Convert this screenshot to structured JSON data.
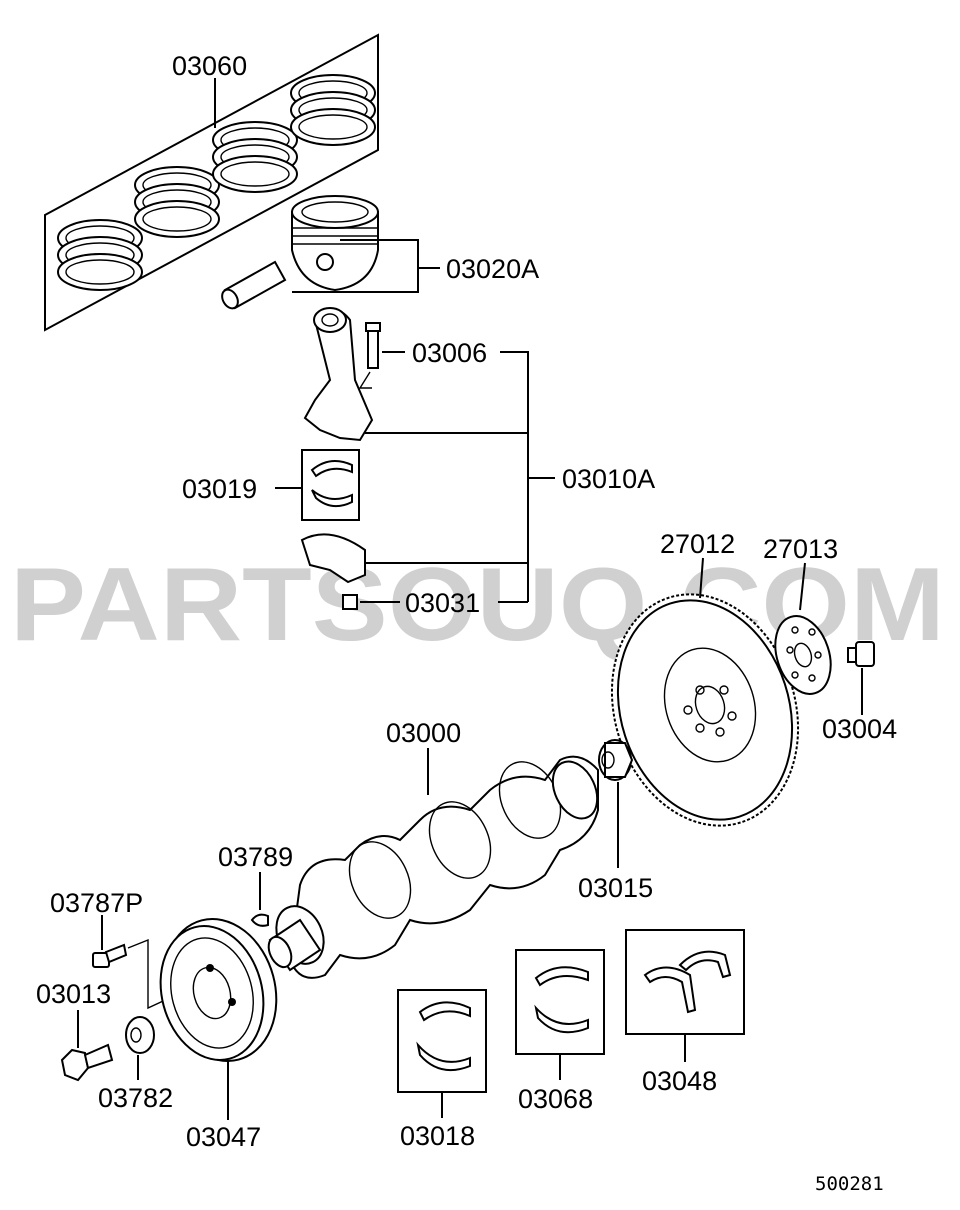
{
  "watermark": "PARTSOUQ.COM",
  "diagram_code": "500281",
  "parts": {
    "piston_ring_set": "03060",
    "piston_assy": "03020A",
    "rod_bolt": "03006",
    "rod_bearing": "03019",
    "connecting_rod_assy": "03010A",
    "rod_nut": "03031",
    "flywheel": "27012",
    "flywheel_plate": "27013",
    "flywheel_bolt": "03004",
    "crankshaft": "03000",
    "crank_bushing": "03015",
    "woodruff_key": "03789",
    "pulley_bolt": "03787P",
    "pulley_center_bolt": "03013",
    "pulley_washer": "03782",
    "crank_pulley": "03047",
    "main_bearing_1": "03018",
    "main_bearing_2": "03068",
    "thrust_washer": "03048"
  }
}
